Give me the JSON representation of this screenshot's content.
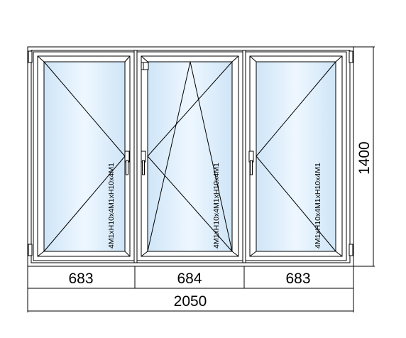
{
  "dimensions": {
    "overall_width": "2050",
    "overall_height": "1400",
    "sash_widths": [
      "683",
      "684",
      "683"
    ]
  },
  "sashes": [
    {
      "opening": "turn",
      "hinge": "left",
      "glass": "4M1xH10x4M1xH10x4M1"
    },
    {
      "opening": "tilt-turn",
      "hinge": "right",
      "glass": "4M1xH10x4M1xH10x4M1"
    },
    {
      "opening": "turn",
      "hinge": "right",
      "glass": "4M1xH10x4M1xH10x4M1"
    }
  ],
  "colors": {
    "glass": "#cfe5f7",
    "glass_light": "#eef7ff",
    "frame": "#ffffff",
    "line": "#000000"
  }
}
